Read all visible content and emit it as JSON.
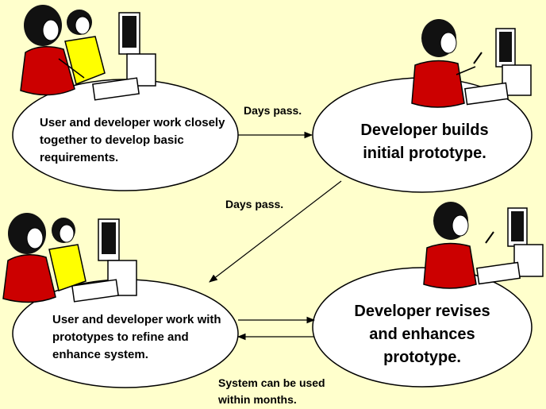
{
  "nodes": {
    "n1": {
      "text": "User and developer work closely together to develop basic requirements."
    },
    "n2": {
      "text": "Developer builds initial prototype."
    },
    "n3": {
      "text": "User and developer work with prototypes to refine and enhance system."
    },
    "n4": {
      "text": "Developer revises and enhances prototype."
    }
  },
  "labels": {
    "days_pass_1": "Days pass.",
    "days_pass_2": "Days pass.",
    "system_line1": "System can be used",
    "system_line2": "within months."
  },
  "colors": {
    "background": "#ffffcc",
    "ellipse_fill": "#ffffff",
    "jacket_red": "#cc0000",
    "blouse_yellow": "#ffff00",
    "hair": "#111111"
  },
  "icons": [
    "two-people-computer-icon",
    "developer-computer-icon"
  ]
}
